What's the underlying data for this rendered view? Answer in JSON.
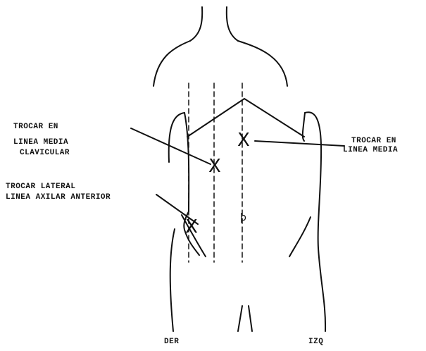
{
  "labels": {
    "midclavicular_line1": "TROCAR  EN",
    "midclavicular_line2": "LINEA MEDIA",
    "midclavicular_line3": "CLAVICULAR",
    "midline_line1": "TROCAR EN",
    "midline_line2": "LINEA MEDIA",
    "lateral_line1": "TROCAR LATERAL",
    "lateral_line2": "LINEA AXILAR ANTERIOR",
    "right_side": "DER",
    "left_side": "IZQ"
  },
  "marks": {
    "trocar": "X",
    "umbilicus": "þ"
  },
  "colors": {
    "ink": "#111111",
    "background": "#ffffff"
  }
}
